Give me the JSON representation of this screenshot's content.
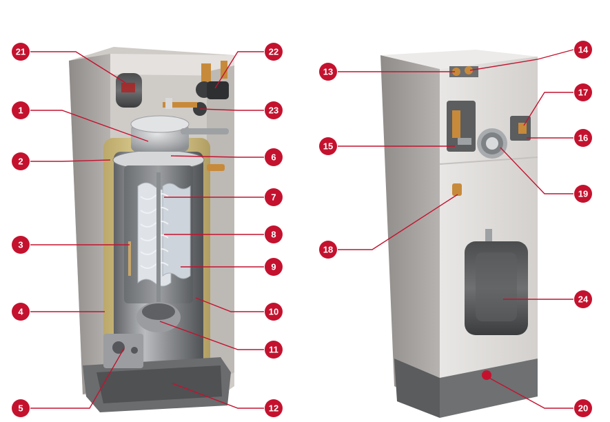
{
  "colors": {
    "accent": "#c4122e",
    "cabinet": "#d9d6d3",
    "cabinet_shadow": "#a8a4a0",
    "tank": "#7d7f82",
    "insulation": "#d8c888",
    "background": "#ffffff"
  },
  "callouts": [
    {
      "id": "21",
      "label": "21"
    },
    {
      "id": "1",
      "label": "1"
    },
    {
      "id": "2",
      "label": "2"
    },
    {
      "id": "3",
      "label": "3"
    },
    {
      "id": "4",
      "label": "4"
    },
    {
      "id": "5",
      "label": "5"
    },
    {
      "id": "22",
      "label": "22"
    },
    {
      "id": "23",
      "label": "23"
    },
    {
      "id": "6",
      "label": "6"
    },
    {
      "id": "7",
      "label": "7"
    },
    {
      "id": "8",
      "label": "8"
    },
    {
      "id": "9",
      "label": "9"
    },
    {
      "id": "10",
      "label": "10"
    },
    {
      "id": "11",
      "label": "11"
    },
    {
      "id": "12",
      "label": "12"
    },
    {
      "id": "13",
      "label": "13"
    },
    {
      "id": "15",
      "label": "15"
    },
    {
      "id": "18",
      "label": "18"
    },
    {
      "id": "14",
      "label": "14"
    },
    {
      "id": "17",
      "label": "17"
    },
    {
      "id": "16",
      "label": "16"
    },
    {
      "id": "19",
      "label": "19"
    },
    {
      "id": "24",
      "label": "24"
    },
    {
      "id": "20",
      "label": "20"
    }
  ]
}
